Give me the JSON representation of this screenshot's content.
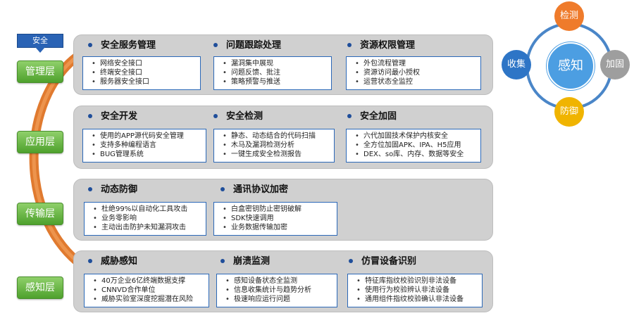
{
  "security_tag": "安全",
  "layers": [
    {
      "label": "管理层"
    },
    {
      "label": "应用层"
    },
    {
      "label": "传输层"
    },
    {
      "label": "感知层"
    }
  ],
  "panels": [
    {
      "columns": [
        {
          "title": "安全服务管理",
          "items": [
            "网络安全接口",
            "终端安全接口",
            "服务器安全接口"
          ]
        },
        {
          "title": "问题跟踪处理",
          "items": [
            "漏洞集中展现",
            "问题反馈、批注",
            "策略预警与推送"
          ]
        },
        {
          "title": "资源权限管理",
          "items": [
            "外包流程管理",
            "资源访问最小授权",
            "运营状态全监控"
          ]
        }
      ]
    },
    {
      "columns": [
        {
          "title": "安全开发",
          "items": [
            "使用的APP源代码安全管理",
            "支持多种编程语言",
            "BUG管理系统"
          ]
        },
        {
          "title": "安全检测",
          "items": [
            "静态、动态结合的代码扫描",
            "木马及漏洞检测分析",
            "一键生成安全检测报告"
          ]
        },
        {
          "title": "安全加固",
          "items": [
            "六代加固技术保护内核安全",
            "全方位加固APK、IPA、H5应用",
            "DEX、so库、内存、数据等安全"
          ]
        }
      ]
    },
    {
      "columns": [
        {
          "title": "动态防御",
          "items": [
            "杜绝99%以自动化工具攻击",
            "业务零影响",
            "主动出击防护未知漏洞攻击"
          ]
        },
        {
          "title": "通讯协议加密",
          "items": [
            "白盒密钥防止密钥破解",
            "SDK快速调用",
            "业务数据传输加密"
          ]
        }
      ]
    },
    {
      "columns": [
        {
          "title": "威胁感知",
          "items": [
            "40万企业6亿终端数据支撑",
            "CNNVD合作单位",
            "威胁实验室深度挖掘潜在风险"
          ]
        },
        {
          "title": "崩溃监测",
          "items": [
            "感知设备状态全监测",
            "信息收集统计与趋势分析",
            "极速响应运行问题"
          ]
        },
        {
          "title": "仿冒设备识别",
          "items": [
            "特征库指纹校验识别非法设备",
            "使用行为校验辨认非法设备",
            "通用组件指纹校验确认非法设备"
          ]
        }
      ]
    }
  ],
  "cycle": {
    "center": "感知",
    "top": "检测",
    "right": "加固",
    "bottom": "防御",
    "left": "收集",
    "colors": {
      "center": "#4c9ee2",
      "top": "#ef7b2b",
      "right": "#9e9e9e",
      "bottom": "#f0b400",
      "left": "#2e75c6",
      "ring": "#4a86c8"
    }
  }
}
